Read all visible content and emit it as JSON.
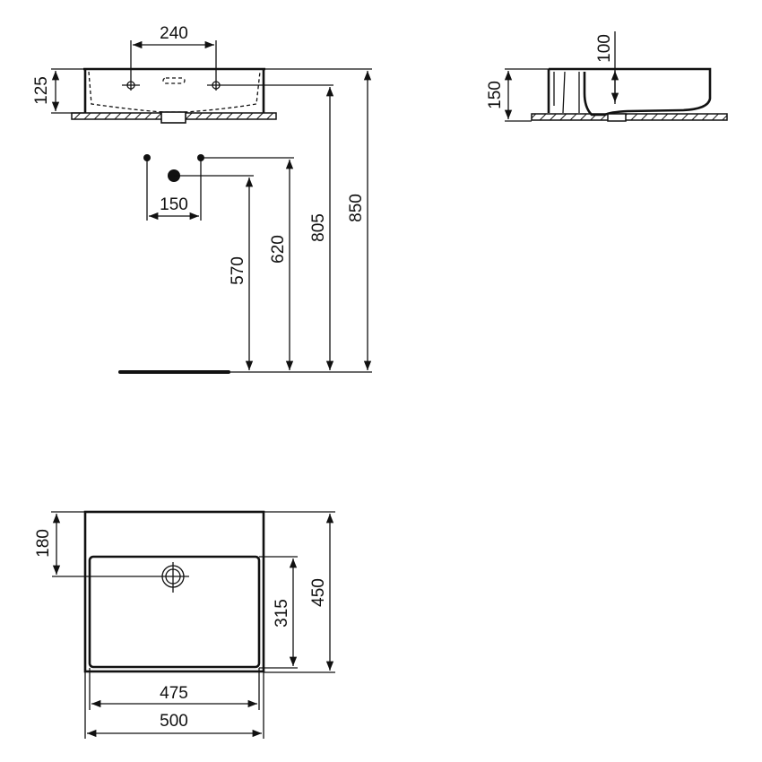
{
  "drawing": {
    "subject": "Washbasin technical drawing",
    "views": {
      "front": {
        "dimensions": {
          "tap_hole_spacing": "240",
          "basin_height": "125"
        }
      },
      "side": {
        "dimensions": {
          "bowl_depth": "100",
          "total_height": "150"
        }
      },
      "connections": {
        "dimensions": {
          "supply_spacing": "150",
          "waste_height": "570",
          "supply_height": "620",
          "tap_hole_height": "805",
          "top_height": "850"
        }
      },
      "plan": {
        "dimensions": {
          "waste_from_back": "180",
          "bowl_depth_inner": "315",
          "total_depth": "450",
          "inner_width": "475",
          "total_width": "500"
        }
      }
    },
    "colors": {
      "line": "#111111",
      "background": "#ffffff"
    }
  }
}
